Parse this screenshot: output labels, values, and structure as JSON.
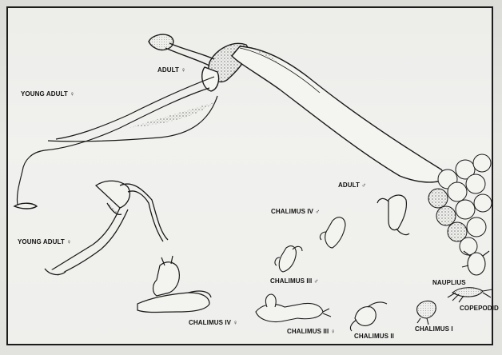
{
  "labels": {
    "adult_female": "ADULT ♀",
    "young_adult_female_top": "YOUNG ADULT ♀",
    "adult_male": "ADULT ♂",
    "chalimus_iv_male": "CHALIMUS IV ♂",
    "young_adult_female_mid": "YOUNG ADULT ♀",
    "chalimus_iii_male": "CHALIMUS III ♂",
    "nauplius": "NAUPLIUS",
    "copepodid": "COPEPODID",
    "chalimus_i": "CHALIMUS I",
    "chalimus_iv_female": "CHALIMUS IV ♀",
    "chalimus_iii_female": "CHALIMUS III ♀",
    "chalimus_ii": "CHALIMUS II"
  },
  "colors": {
    "ink": "#1a1a1a",
    "frame": "#1c1c1c",
    "paper": "#e6e6e3"
  }
}
